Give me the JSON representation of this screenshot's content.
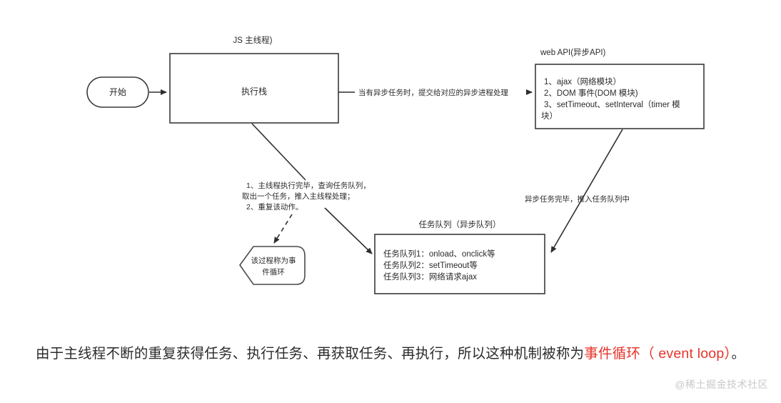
{
  "diagram": {
    "title_main_thread": "JS 主线程)",
    "title_web_api": "web API(异步API)",
    "title_task_queue": "任务队列（异步队列）",
    "nodes": {
      "start": "开始",
      "call_stack": "执行栈",
      "web_api_lines": [
        "1、ajax（网络模块）",
        "2、DOM 事件(DOM 模块)",
        "3、setTimeout、setInterval（timer 模",
        "块）"
      ],
      "task_queue_lines": [
        "任务队列1：onload、onclick等",
        "任务队列2：setTimeout等",
        "任务队列3：网络请求ajax"
      ],
      "event_loop_callout": [
        "该过程称为事",
        "件循环"
      ]
    },
    "edges": {
      "stack_to_webapi": "当有异步任务时，提交给对应的异步进程处理",
      "webapi_to_queue": "异步任务完毕，推入任务队列中",
      "queue_note_lines": [
        "1、主线程执行完毕，查询任务队列，",
        "取出一个任务，推入主线程处理；",
        "2、重复该动作。"
      ]
    }
  },
  "summary": {
    "prefix": "由于主线程不断的重复获得任务、执行任务、再获取任务、再执行，所以这种机制被称为",
    "highlight": "事件循环（ event loop）",
    "suffix": "。"
  },
  "watermark": "@稀土掘金技术社区",
  "colors": {
    "stroke": "#2e2e2e",
    "text": "#2b2b2b",
    "highlight": "#e8332a",
    "watermark": "#c9c9c9",
    "background": "#ffffff"
  }
}
